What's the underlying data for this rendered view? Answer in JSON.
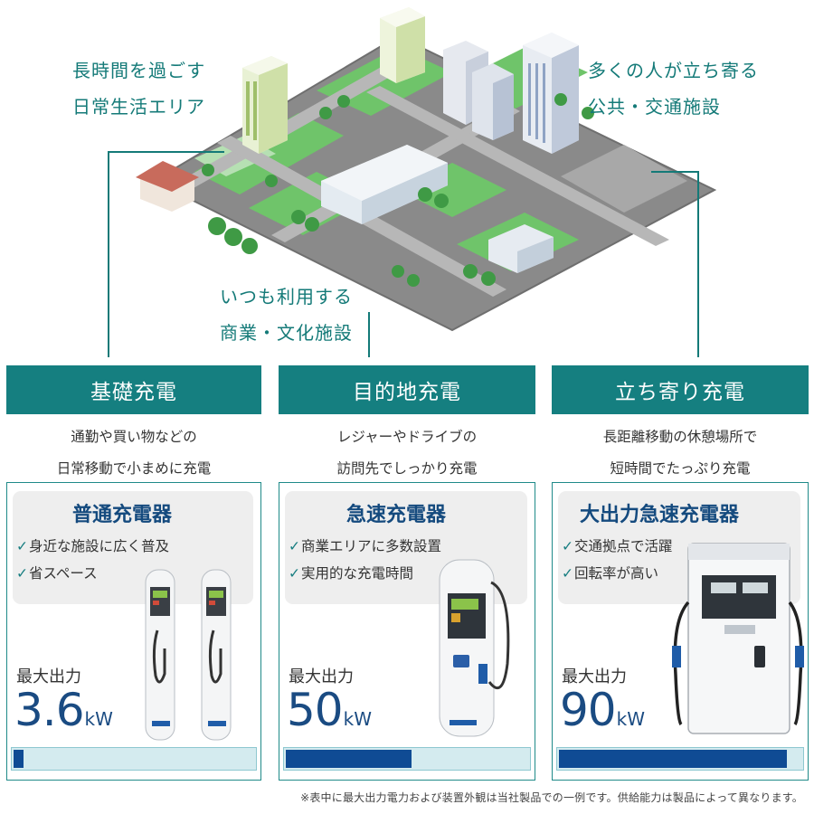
{
  "city": {
    "captions": {
      "left_1": "長時間を過ごす",
      "left_2": "日常生活エリア",
      "right_1": "多くの人が立ち寄る",
      "right_2": "公共・交通施設",
      "mid_1": "いつも利用する",
      "mid_2": "商業・文化施設"
    }
  },
  "columns": [
    {
      "header": "基礎充電",
      "desc_1": "通勤や買い物などの",
      "desc_2": "日常移動で小まめに充電",
      "card": {
        "title": "普通充電器",
        "features": [
          "身近な施設に広く普及",
          "省スペース"
        ],
        "max_label": "最大出力",
        "power_value": "3.6",
        "power_unit": "kW",
        "bar_fill_fraction": 0.04
      }
    },
    {
      "header": "目的地充電",
      "desc_1": "レジャーやドライブの",
      "desc_2": "訪問先でしっかり充電",
      "card": {
        "title": "急速充電器",
        "features": [
          "商業エリアに多数設置",
          "実用的な充電時間"
        ],
        "max_label": "最大出力",
        "power_value": "50",
        "power_unit": "kW",
        "bar_fill_fraction": 0.52
      }
    },
    {
      "header": "立ち寄り充電",
      "desc_1": "長距離移動の休憩場所で",
      "desc_2": "短時間でたっぷり充電",
      "card": {
        "title": "大出力急速充電器",
        "features": [
          "交通拠点で活躍",
          "回転率が高い"
        ],
        "max_label": "最大出力",
        "power_value": "90",
        "power_unit": "kW",
        "bar_fill_fraction": 0.94
      }
    }
  ],
  "footnote": "※表中に最大出力電力および装置外観は当社製品での一例です。供給能力は製品によって異なります。",
  "colors": {
    "teal": "#157f80",
    "navy": "#144a7e",
    "bar_fill": "#0f4b94",
    "bar_bg": "#d4ebef"
  },
  "icons": [
    "check-icon",
    "normal-charger-icon",
    "quick-charger-icon",
    "hpc-charger-icon",
    "city-illustration"
  ]
}
